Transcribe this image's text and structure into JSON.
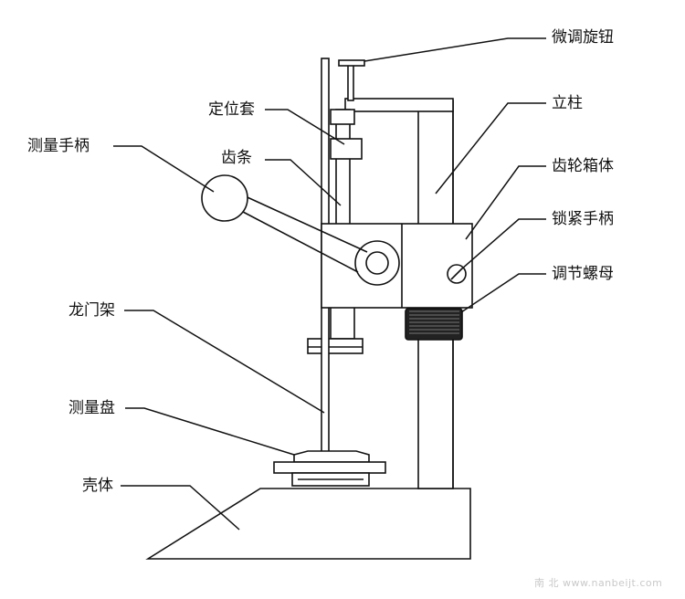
{
  "labels": {
    "fine_knob": "微调旋钮",
    "column": "立柱",
    "locating_sleeve": "定位套",
    "measure_handle": "测量手柄",
    "rack": "齿条",
    "gearbox": "齿轮箱体",
    "lock_handle": "锁紧手柄",
    "adjust_nut": "调节螺母",
    "gantry_frame": "龙门架",
    "measure_plate": "测量盘",
    "housing": "壳体"
  },
  "watermark": "南 北  www.nanbeijt.com",
  "colors": {
    "ink": "#111111",
    "paper": "#ffffff",
    "watermark": "#c9c9c9"
  }
}
